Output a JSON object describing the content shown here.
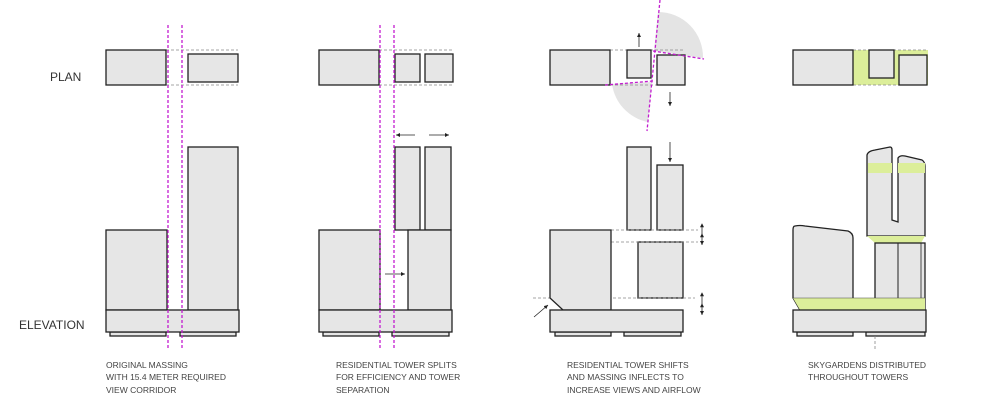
{
  "row_labels": {
    "plan": "PLAN",
    "elevation": "ELEVATION"
  },
  "panels": [
    {
      "caption": [
        "ORIGINAL MASSING",
        "WITH 15.4 METER REQUIRED",
        "VIEW CORRIDOR"
      ]
    },
    {
      "caption": [
        "RESIDENTIAL TOWER SPLITS",
        "FOR EFFICIENCY AND TOWER",
        "SEPARATION"
      ]
    },
    {
      "caption": [
        "RESIDENTIAL TOWER SHIFTS",
        "AND MASSING INFLECTS TO",
        "INCREASE VIEWS AND AIRFLOW"
      ]
    },
    {
      "caption": [
        "SKYGARDENS DISTRIBUTED",
        "THROUGHOUT TOWERS"
      ]
    }
  ],
  "colors": {
    "massing": "#e6e6e6",
    "corridor": "#c21ccf",
    "skygarden": "#dcee9a"
  }
}
